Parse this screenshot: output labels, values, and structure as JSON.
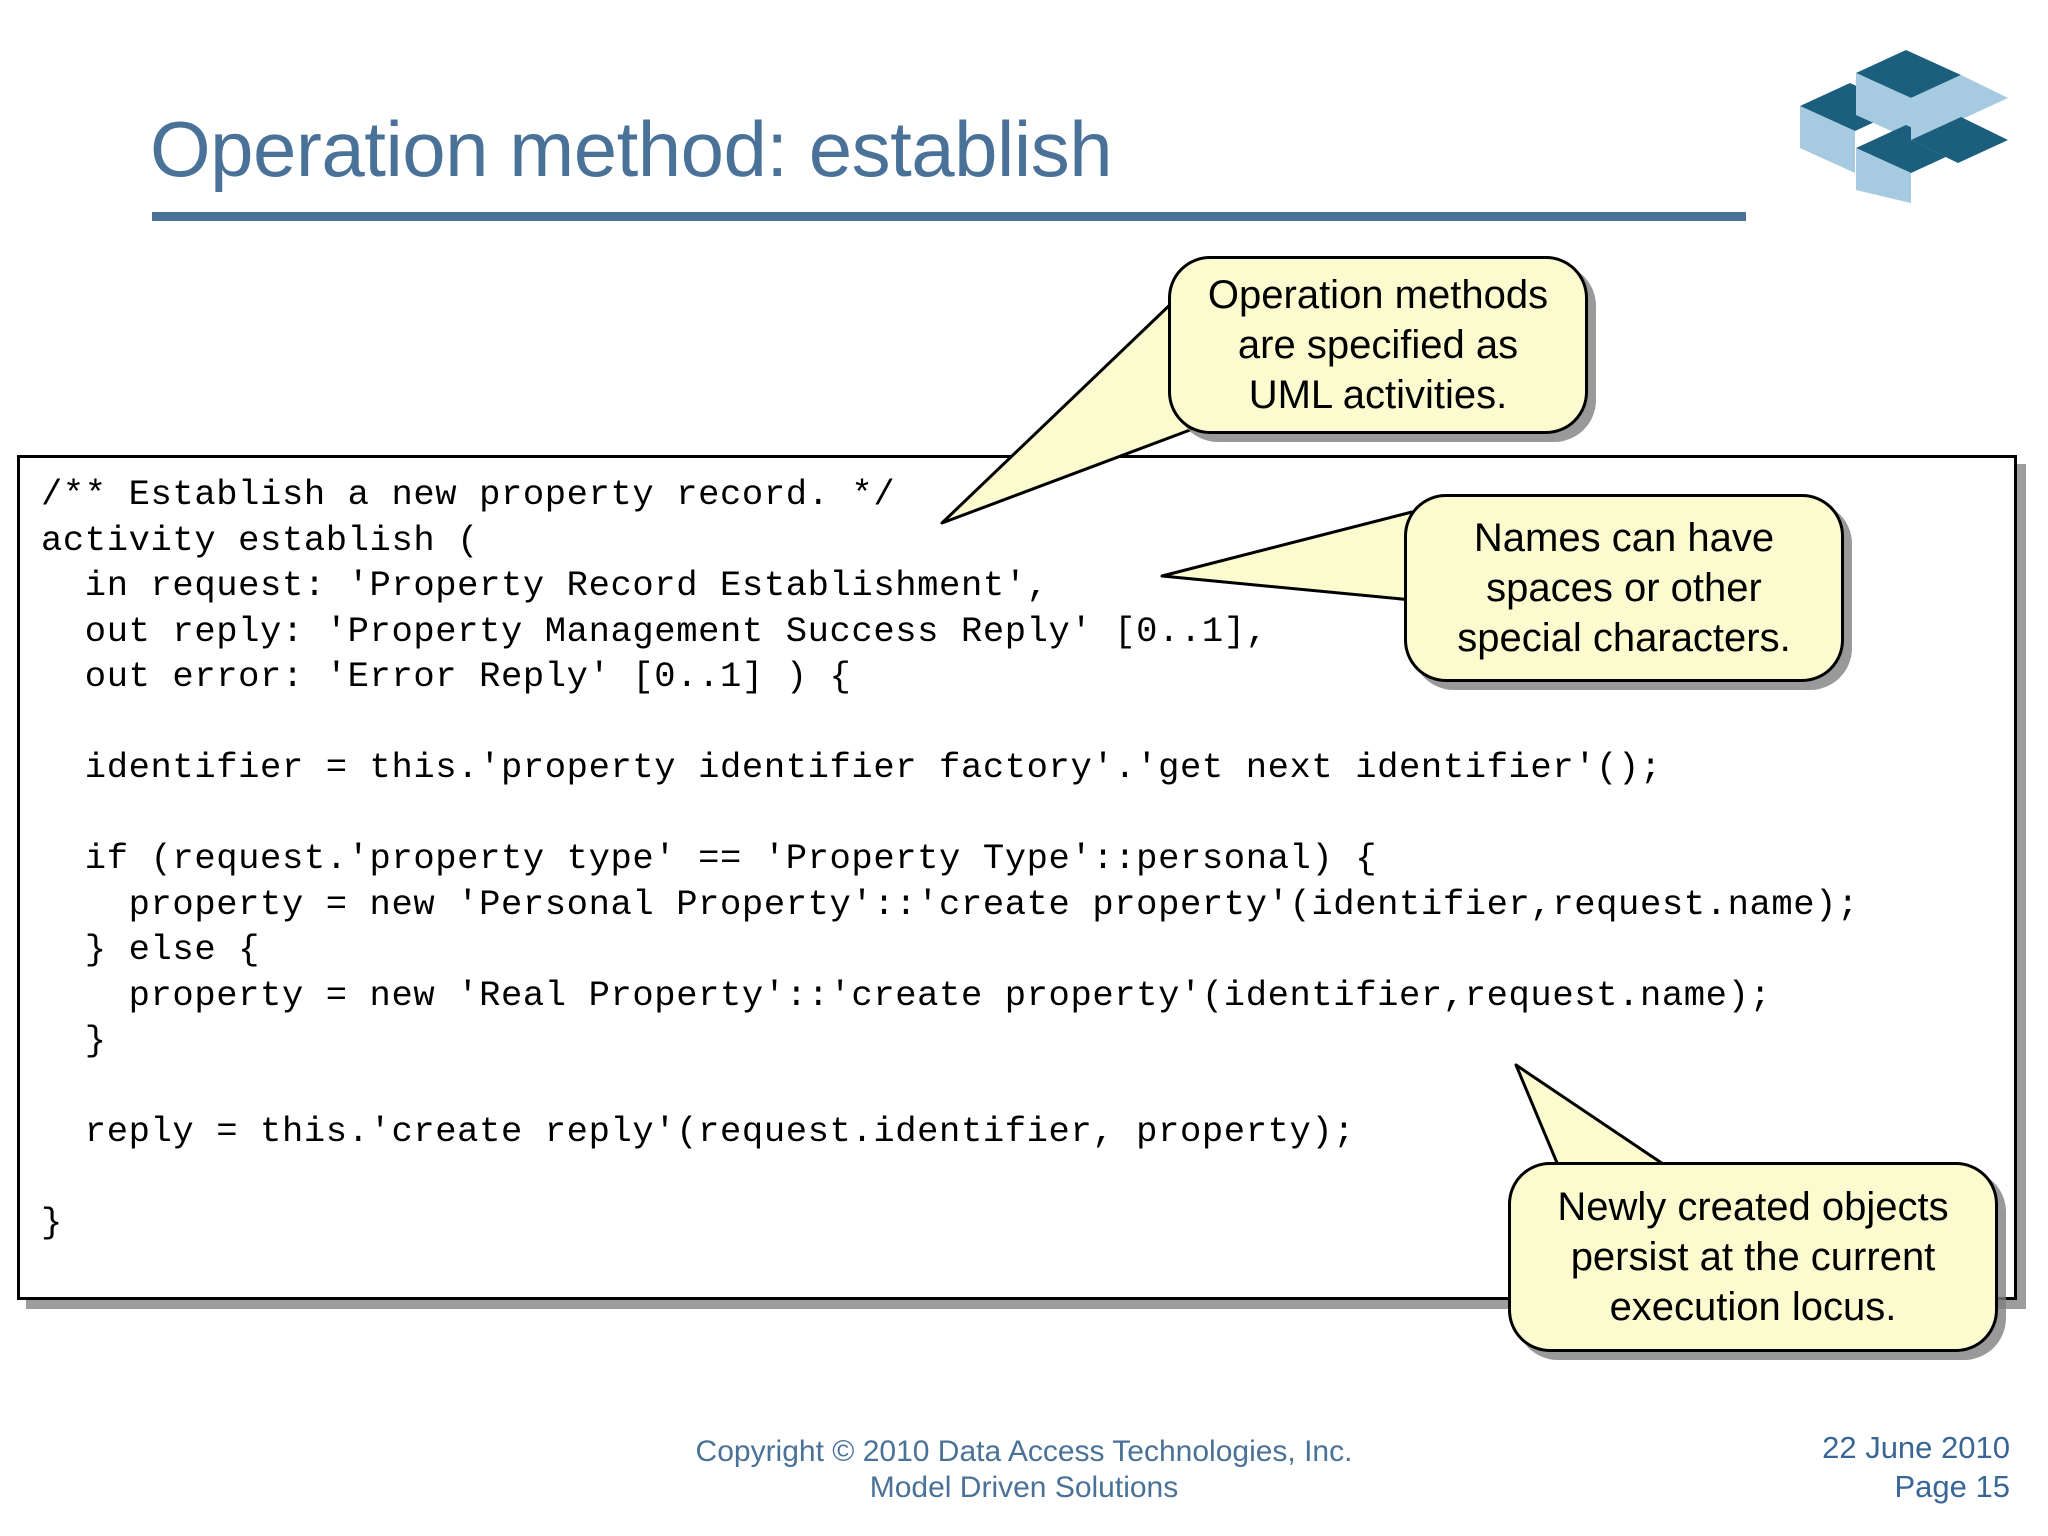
{
  "slide": {
    "title": "Operation method: establish",
    "accent_color": "#4A7298",
    "callout_fill": "#FBFBCF"
  },
  "logo": {
    "name": "data-access-technologies-isometric-blocks-logo",
    "dark_color": "#1B5E7E",
    "light_color": "#A6CBE0"
  },
  "code": {
    "language": "uml-activity-alf",
    "body": "/** Establish a new property record. */\nactivity establish (\n  in request: 'Property Record Establishment',\n  out reply: 'Property Management Success Reply' [0..1],\n  out error: 'Error Reply' [0..1] ) {\n\n  identifier = this.'property identifier factory'.'get next identifier'();\n\n  if (request.'property type' == 'Property Type'::personal) {\n    property = new 'Personal Property'::'create property'(identifier,request.name);\n  } else {\n    property = new 'Real Property'::'create property'(identifier,request.name);\n  }\n\n  reply = this.'create reply'(request.identifier, property);\n\n}"
  },
  "callouts": [
    {
      "id": "callout-operation-methods",
      "text": "Operation methods\nare specified as\nUML activities."
    },
    {
      "id": "callout-names-can-have-spaces",
      "text": "Names can have\nspaces or other\nspecial characters."
    },
    {
      "id": "callout-newly-created-objects",
      "text": "Newly created objects\npersist at the current\nexecution locus."
    }
  ],
  "footer": {
    "copyright_line1": "Copyright © 2010 Data Access Technologies, Inc.",
    "copyright_line2": "Model Driven Solutions",
    "date": "22 June 2010",
    "page": "Page 15"
  }
}
